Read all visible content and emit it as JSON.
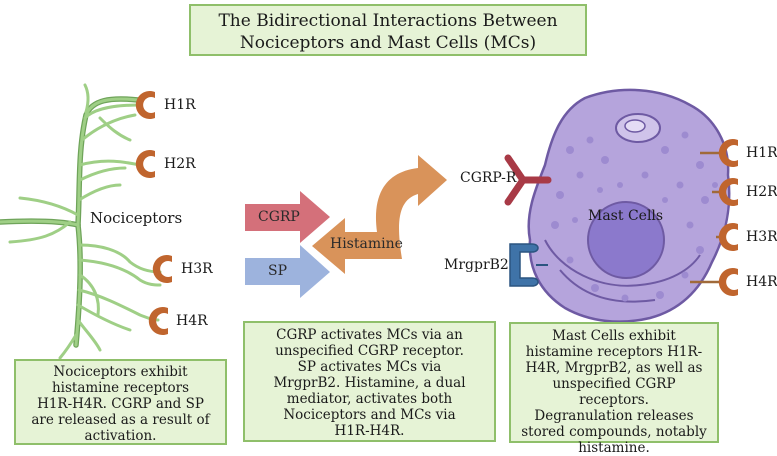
{
  "title": {
    "line1": "The Bidirectional Interactions Between",
    "line2": "Nociceptors and Mast Cells (MCs)"
  },
  "nociceptor": {
    "label": "Nociceptors",
    "receptors": [
      "H1R",
      "H2R",
      "H3R",
      "H4R"
    ]
  },
  "mediators": {
    "cgrp": "CGRP",
    "sp": "SP",
    "histamine": "Histamine"
  },
  "mast_cell": {
    "label": "Mast Cells",
    "cgrp_receptor": "CGRP-R",
    "mrgprb2": "MrgprB2",
    "receptors": [
      "H1R",
      "H2R",
      "H3R",
      "H4R"
    ]
  },
  "boxes": {
    "left": [
      "Nociceptors exhibit",
      "histamine receptors",
      "H1R-H4R. CGRP and SP",
      "are released as a result of",
      "activation."
    ],
    "middle": [
      "CGRP activates MCs via an",
      "unspecified CGRP receptor.",
      "SP activates MCs via",
      "MrgprB2. Histamine, a dual",
      "mediator, activates both",
      "Nociceptors and MCs via",
      "H1R-H4R."
    ],
    "right": [
      "Mast Cells exhibit",
      "histamine receptors H1R-",
      "H4R, MrgprB2, as well as",
      "unspecified CGRP receptors.",
      "Degranulation releases",
      "stored compounds, notably",
      "histamine."
    ]
  },
  "colors": {
    "box_fill": "#e6f3d6",
    "box_border": "#8fbf6a",
    "nerve": "#9fcf86",
    "receptor": "#c0652e",
    "cgrp_arrow": "#d4707a",
    "sp_arrow": "#9db3dd",
    "histamine_arrow": "#d9935a",
    "mast_cell": "#b5a4dc",
    "mrgprb2": "#3f73a8",
    "cgrp_r": "#a83a46"
  }
}
